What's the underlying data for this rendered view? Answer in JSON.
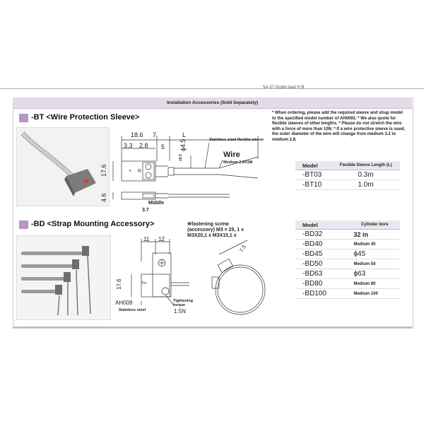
{
  "header": {
    "top_fragment": "5A-37  Guide lead    H  B"
  },
  "titlebar": {
    "title": "Installation Accessories (Sold Separately)"
  },
  "bt": {
    "title": "-BT <Wire Protection Sleeve>",
    "note": "* When ordering, please add the required sleeve and strap model to the specified model number of AH0092. * We also quote for flexible sleeves of other lengths. * Please do not stretch the wire with a force of more than 10N. * If a wire protective sleeve is used, the outer diameter of the wire will change from medium 3.2 to medium 2.8.",
    "drawing": {
      "dim_18_6": "18.6",
      "dim_7": "7",
      "dim_L": "L",
      "dim_3_3": "3.3",
      "dim_2_8": "2.8",
      "dim_5": "5",
      "dim_phi": "ϕ4.5",
      "dim_tol": "±0.3",
      "dim_17_6": "17.6",
      "dim_4_6": "4.6",
      "middle_label": "Middle",
      "dim_3_7": "3.7",
      "sleeve_label": "Stainless steel flexible sleeve",
      "wire_label": "Wire",
      "wire_spec": "Medium 2.8X1M"
    },
    "table": {
      "headers": [
        "Model",
        "Flexible Sleeve Length (L)"
      ],
      "rows": [
        [
          "-BT03",
          "0.3m"
        ],
        [
          "-BT10",
          "1.0m"
        ]
      ]
    }
  },
  "bd": {
    "title": "-BD <Strap Mounting Accessory>",
    "drawing": {
      "dim_11": "11",
      "dim_12": "12",
      "dim_17_6": "17.6",
      "part_no": "AH009",
      "tm_mark": "Tm",
      "stainless": "Stainless steel",
      "tightening": "Tightening torque",
      "torque": "1.5N",
      "screw_note": "※fastening screw (accessory) M3 × 25, 1 x M3X20,1 x M3X15,1 x",
      "dim_7_5": "7.5"
    },
    "table": {
      "headers": [
        "Model",
        "Cylinder bore"
      ],
      "rows": [
        [
          "-BD32",
          "32 in"
        ],
        [
          "-BD40",
          "Medium 40"
        ],
        [
          "-BD45",
          "ϕ45"
        ],
        [
          "-BD50",
          "Medium 50"
        ],
        [
          "-BD63",
          "ϕ63"
        ],
        [
          "-BD80",
          "Medium 80"
        ],
        [
          "-BD100",
          "Medium 100"
        ]
      ]
    }
  },
  "colors": {
    "accent": "#b596c4",
    "titlebar_bg": "#e3dbe8",
    "table_header_bg": "#ece6f0"
  }
}
